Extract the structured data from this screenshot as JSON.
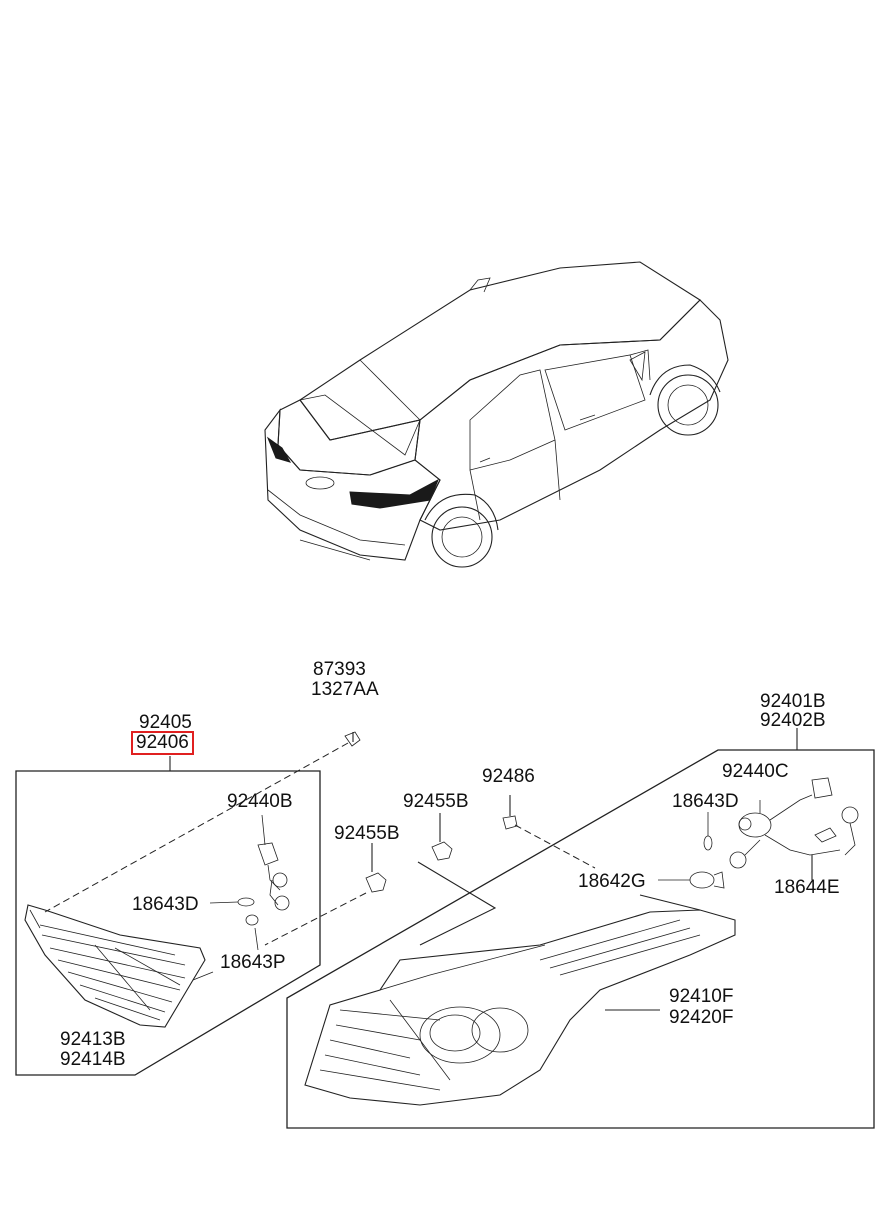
{
  "diagram": {
    "labels": {
      "l87393": "87393",
      "l1327AA": "1327AA",
      "l92405": "92405",
      "l92406": "92406",
      "l92401B": "92401B",
      "l92402B": "92402B",
      "l92440B": "92440B",
      "l92440C": "92440C",
      "l92486": "92486",
      "l92455B_a": "92455B",
      "l92455B_b": "92455B",
      "l18643D_a": "18643D",
      "l18643D_b": "18643D",
      "l18643P": "18643P",
      "l18642G": "18642G",
      "l18644E": "18644E",
      "l92413B": "92413B",
      "l92414B": "92414B",
      "l92410F": "92410F",
      "l92420F": "92420F"
    },
    "highlighted_part": "92406",
    "highlight_color": "#e02020"
  }
}
